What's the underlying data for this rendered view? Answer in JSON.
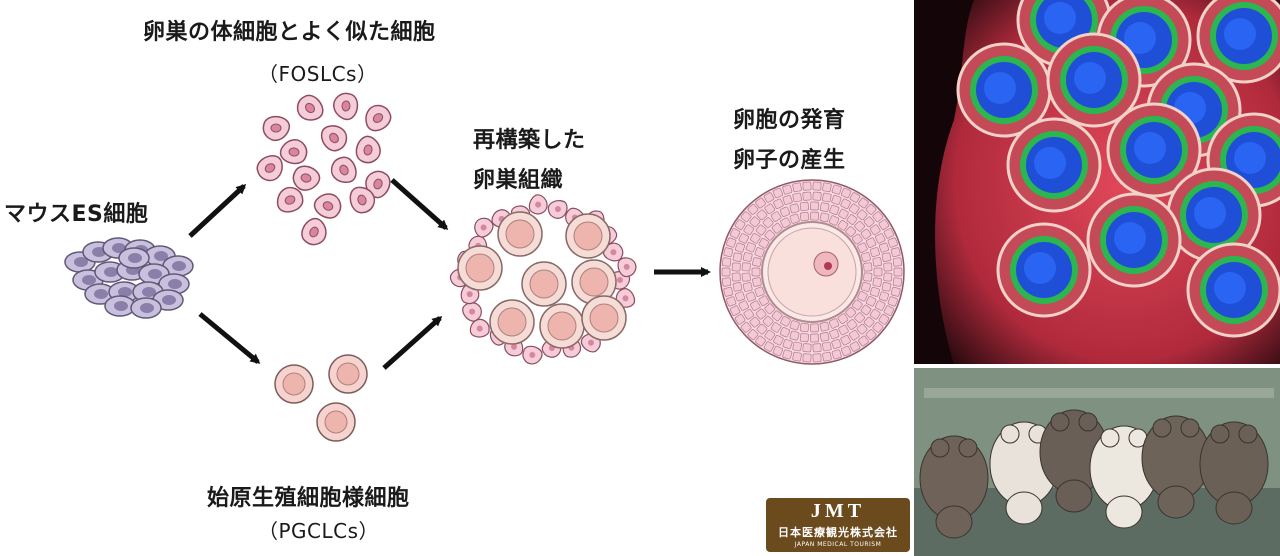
{
  "labels": {
    "fos_title": "卵巣の体細胞とよく似た細胞",
    "fos_abbr": "（FOSLCs）",
    "es_cells": "マウスES細胞",
    "reconstructed_1": "再構築した",
    "reconstructed_2": "卵巣組織",
    "development_1": "卵胞の発育",
    "development_2": "卵子の産生",
    "pgc_title": "始原生殖細胞様細胞",
    "pgc_abbr": "（PGCLCs）"
  },
  "logo": {
    "mark": "JMT",
    "name_jp": "日本医療観光株式会社",
    "name_en": "JAPAN MEDICAL TOURISM"
  },
  "colors": {
    "es_cell": "#c9c0dd",
    "fos_cell": "#f4cdd8",
    "pgc_cell": "#f7d3cf",
    "arrow": "#111111",
    "logo_bg": "#6b4a1e"
  }
}
